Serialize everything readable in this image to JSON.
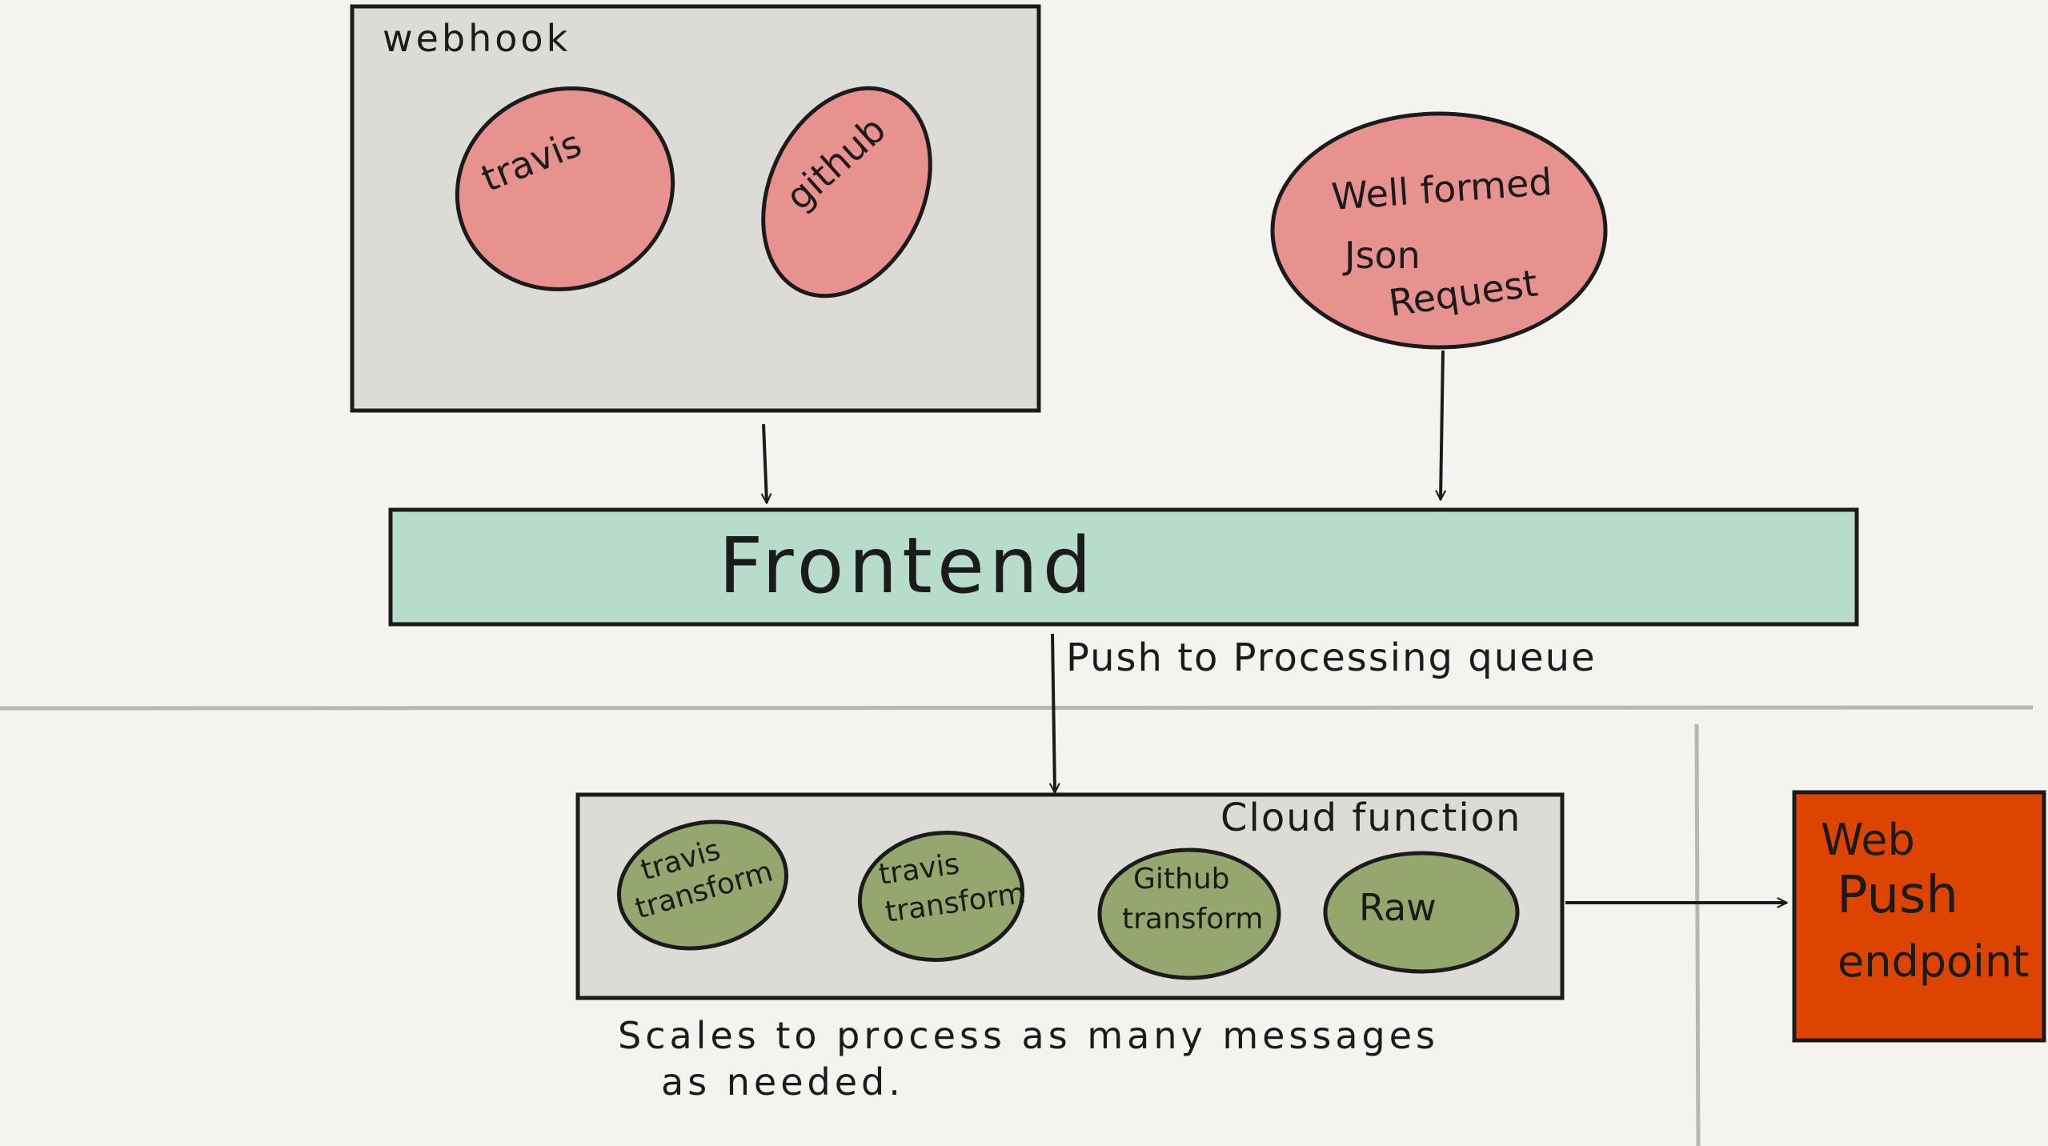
{
  "colors": {
    "background": "#f4f3ef",
    "ink": "#1b1b1b",
    "box_gray": "#dcdbd6",
    "pink": "#e89290",
    "frontend_teal": "#b7dccb",
    "olive": "#95a76f",
    "orange": "#dc4400",
    "separator": "#b9b6ad"
  },
  "webhook": {
    "title": "webhook",
    "items": [
      {
        "label": "travis"
      },
      {
        "label": "github"
      }
    ]
  },
  "json_request": {
    "line1": "Well formed",
    "line2": "Json",
    "line3": "Request"
  },
  "frontend": {
    "label": "Frontend"
  },
  "push_label": "Push to Processing queue",
  "cloud_function": {
    "title": "Cloud function",
    "items": [
      {
        "line1": "travis",
        "line2": "transform"
      },
      {
        "line1": "travis",
        "line2": "transform"
      },
      {
        "line1": "Github",
        "line2": "transform"
      },
      {
        "line1": "Raw",
        "line2": ""
      }
    ]
  },
  "scales_note": {
    "line1": "Scales to process as many messages",
    "line2": "as needed."
  },
  "web_push": {
    "line1": "Web",
    "line2": "Push",
    "line3": "endpoint"
  }
}
